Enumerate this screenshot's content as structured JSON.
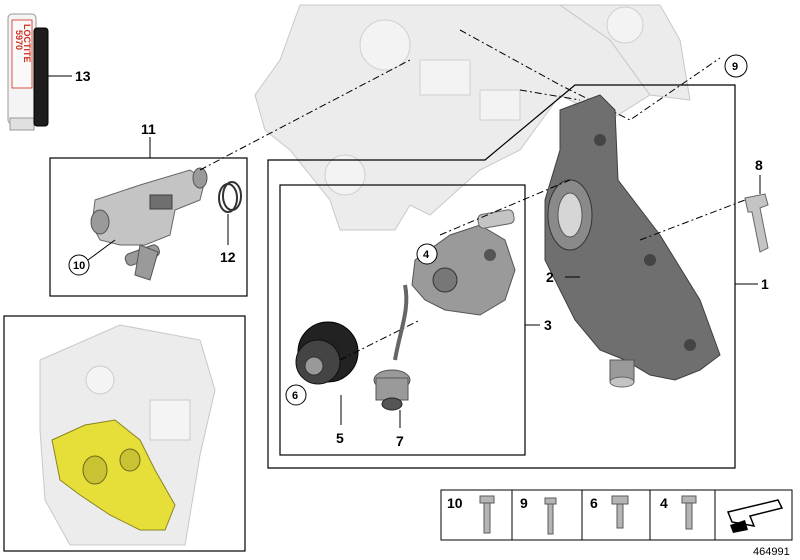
{
  "callouts": {
    "c1": "1",
    "c2": "2",
    "c3": "3",
    "c4": "4",
    "c5": "5",
    "c6": "6",
    "c7": "7",
    "c8": "8",
    "c9": "9",
    "c10": "10",
    "c11": "11",
    "c12": "12",
    "c13": "13"
  },
  "tube": {
    "brand": "LOCTITE",
    "number": "5970"
  },
  "hardware": [
    "10",
    "9",
    "6",
    "4"
  ],
  "diagram_id": "464991",
  "colors": {
    "highlight": "#e6df3a",
    "part": "#7a7a7a",
    "ghost": "#ececec"
  }
}
